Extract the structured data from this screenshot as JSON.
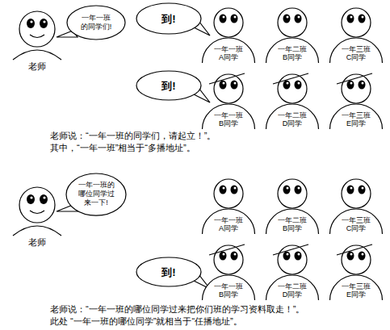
{
  "diagram": {
    "nodes": [
      {
        "text": [
          "老师"
        ]
      },
      {
        "text": [
          "一年一班 的同学们!"
        ]
      },
      {
        "text": [
          "到!"
        ]
      },
      {
        "text": [
          "一年一班",
          "A同学"
        ]
      },
      {
        "text": [
          "一年二班",
          "B同学"
        ]
      },
      {
        "text": [
          "一年三班",
          "C同学"
        ]
      },
      {
        "text": [
          "到!"
        ]
      },
      {
        "text": [
          "一年一班",
          "B同学"
        ]
      },
      {
        "text": [
          "一年二班",
          "D同学"
        ]
      },
      {
        "text": [
          "一年三班",
          "E同学"
        ]
      },
      {
        "text": [
          "老师"
        ]
      },
      {
        "text": [
          "一年一班的 哪位同学过 来一下!"
        ]
      },
      {
        "text": [
          "一年一班",
          "A同学"
        ]
      },
      {
        "text": [
          "一年二班",
          "B同学"
        ]
      },
      {
        "text": [
          "一年三班",
          "C同学"
        ]
      },
      {
        "text": [
          "到!"
        ]
      },
      {
        "text": [
          "一年一班",
          "B同学"
        ]
      },
      {
        "text": [
          "一年二班",
          "D同学"
        ]
      },
      {
        "text": [
          "一年三班",
          "E同学"
        ]
      }
    ],
    "labels": [
      "老师说：“一年一班的同学们，请起立！”。",
      "其中，“一年一班”相当于“多播地址”。",
      "老师说：“一年一班的哪位同学过来把你们班的学习资料取走！”。",
      "此处 “一年一班的哪位同学”就相当于“任播地址”。"
    ]
  }
}
